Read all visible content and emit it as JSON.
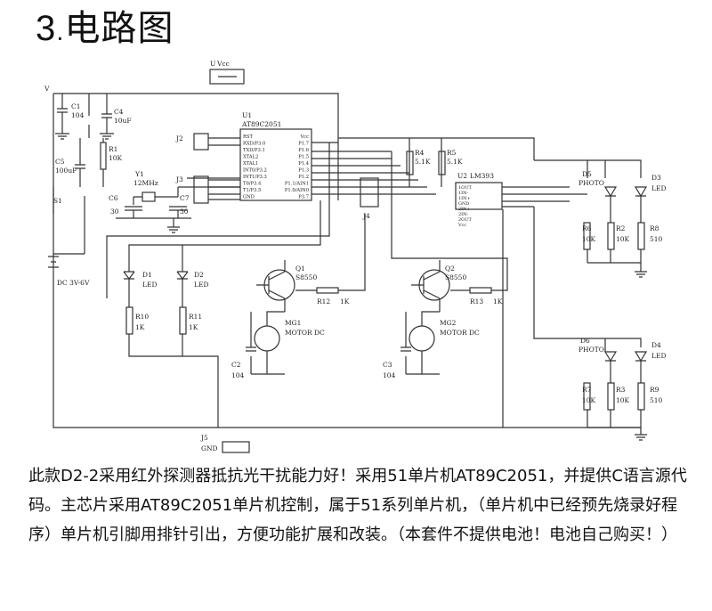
{
  "title": {
    "number": "3",
    "dot": ".",
    "text": "电路图"
  },
  "schematic": {
    "labels": {
      "u2_vcc_ref": "U",
      "vcc": "Vcc",
      "v1": "V",
      "c1": "C1",
      "c1v": "104",
      "c4": "C4",
      "c4v": "10uF",
      "u1": "U1",
      "u1v": "AT89C2051",
      "r1": "R1",
      "r1v": "10K",
      "c5": "C5",
      "c5v": "100uF",
      "y1": "Y1",
      "y1v": "12MHz",
      "j2": "J2",
      "j3": "J3",
      "c6": "C6",
      "c6v": "30",
      "c7": "C7",
      "c7v": "30",
      "s1": "S1",
      "dc": "DC 3V-6V",
      "d1": "D1",
      "d1v": "LED",
      "d2": "D2",
      "d2v": "LED",
      "r10": "R10",
      "r10v": "1K",
      "r11": "R11",
      "r11v": "1K",
      "q1": "Q1",
      "q1v": "S8550",
      "q2": "Q2",
      "q2v": "S8550",
      "r12": "R12",
      "r12v": "1K",
      "r13": "R13",
      "r13v": "1K",
      "mg1": "MG1",
      "mg1v": "MOTOR DC",
      "mg2": "MG2",
      "mg2v": "MOTOR DC",
      "c2": "C2",
      "c2v": "104",
      "c3": "C3",
      "c3v": "104",
      "j4": "J4",
      "j5": "J5",
      "gnd": "GND",
      "r4": "R4",
      "r4v": "5.1K",
      "r5": "R5",
      "r5v": "5.1K",
      "u2": "U2",
      "u2v": "LM393",
      "d5": "D5",
      "d5v": "PHOTO",
      "d3": "D3",
      "d3v": "LED",
      "r6": "R6",
      "r6v": "10K",
      "r2": "R2",
      "r2v": "10K",
      "r8": "R8",
      "r8v": "510",
      "d6": "D6",
      "d6v": "PHOTO",
      "d4": "D4",
      "d4v": "LED",
      "r7": "R7",
      "r7v": "10K",
      "r3": "R3",
      "r3v": "10K",
      "r9": "R9",
      "r9v": "510"
    },
    "u1_left_pins": [
      "RST",
      "RXD/P3.0",
      "TXD/P3.1",
      "XTAL2",
      "XTAL1",
      "INT0/P3.2",
      "INT1/P3.3",
      "T0/P3.4",
      "T1/P3.5",
      "GND"
    ],
    "u1_right_pins": [
      "Vcc",
      "P1.7",
      "P1.6",
      "P1.5",
      "P1.4",
      "P1.3",
      "P1.2",
      "P1.1/AIN1",
      "P1.0/AIN0",
      "P3.7"
    ],
    "u2_pins": [
      "1OUT",
      "1IN-",
      "1IN+",
      "GND",
      "2IN+",
      "2IN-",
      "2OUT",
      "Vcc"
    ]
  },
  "description": "此款D2-2采用红外探测器抵抗光干扰能力好！采用51单片机AT89C2051，并提供C语言源代码。主芯片采用AT89C2051单片机控制，属于51系列单片机，（单片机中已经预先烧录好程序）单片机引脚用排针引出，方便功能扩展和改装。（本套件不提供电池！电池自己购买！）"
}
